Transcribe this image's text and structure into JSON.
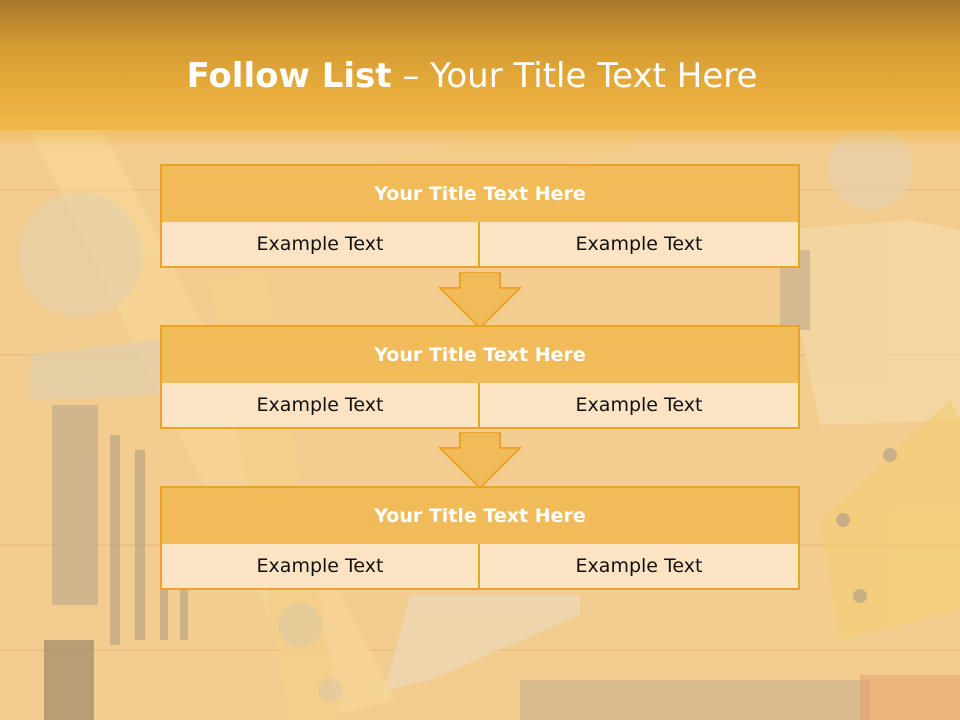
{
  "slide": {
    "title_bold": "Follow List",
    "title_rest": " – Your Title Text Here"
  },
  "steps": [
    {
      "title": "Your Title Text Here",
      "left": "Example Text",
      "right": "Example Text"
    },
    {
      "title": "Your Title Text Here",
      "left": "Example Text",
      "right": "Example Text"
    },
    {
      "title": "Your Title Text Here",
      "left": "Example Text",
      "right": "Example Text"
    }
  ],
  "colors": {
    "accent": "#eba42a",
    "header_fill": "#f0bb58",
    "cell_fill": "#fbe3c3",
    "title_text": "#ffffff"
  }
}
